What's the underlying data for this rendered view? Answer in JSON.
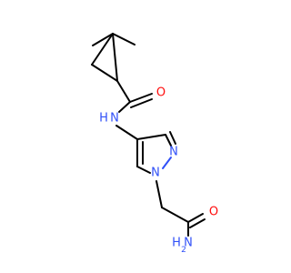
{
  "colors": {
    "carbon_bond": "#000000",
    "nitrogen": "#3050f8",
    "oxygen": "#ff0d0d"
  },
  "atoms": {
    "amide_o": "O",
    "amide_nh": "N",
    "amide_nh_h": "H",
    "pyrazole_n2": "N",
    "pyrazole_n1": "N",
    "terminal_o": "O",
    "nh2_h": "H",
    "nh2_n": "N",
    "nh2_sub": "2"
  }
}
